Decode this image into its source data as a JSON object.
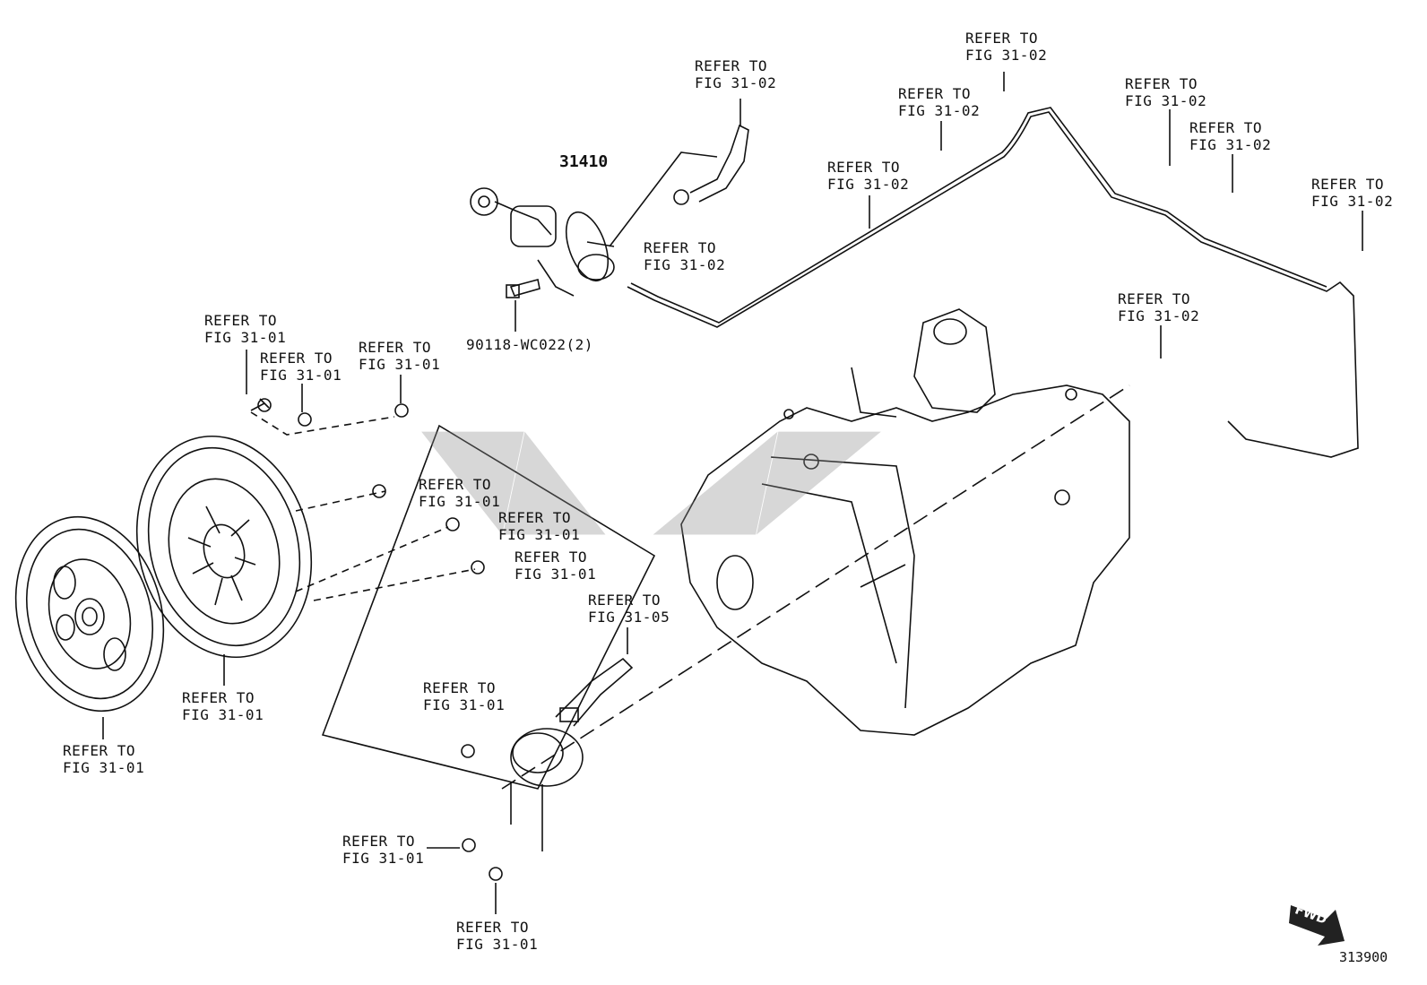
{
  "labels": {
    "ref_a1": "REFER TO",
    "ref_a2": "FIG 31-02",
    "ref_b1": "REFER TO",
    "ref_b2": "FIG 31-02",
    "ref_c1": "REFER TO",
    "ref_c2": "FIG 31-02",
    "ref_d1": "REFER TO",
    "ref_d2": "FIG 31-02",
    "ref_e1": "REFER TO",
    "ref_e2": "FIG 31-02",
    "ref_f1": "REFER TO",
    "ref_f2": "FIG 31-02",
    "ref_g1": "REFER TO",
    "ref_g2": "FIG 31-02",
    "ref_h1": "REFER TO",
    "ref_h2": "FIG 31-02",
    "ref_i1": "REFER TO",
    "ref_i2": "FIG 31-02",
    "ref_j1": "REFER TO",
    "ref_j2": "FIG 31-01",
    "ref_k1": "REFER TO",
    "ref_k2": "FIG 31-01",
    "ref_l1": "REFER TO",
    "ref_l2": "FIG 31-01",
    "ref_m1": "REFER TO",
    "ref_m2": "FIG 31-01",
    "ref_n1": "REFER TO",
    "ref_n2": "FIG 31-01",
    "ref_o1": "REFER TO",
    "ref_o2": "FIG 31-01",
    "ref_p1": "REFER TO",
    "ref_p2": "FIG 31-01",
    "ref_q1": "REFER TO",
    "ref_q2": "FIG 31-01",
    "ref_r1": "REFER TO",
    "ref_r2": "FIG 31-05",
    "ref_s1": "REFER TO",
    "ref_s2": "FIG 31-01",
    "ref_t1": "REFER TO",
    "ref_t2": "FIG 31-01",
    "ref_u1": "REFER TO",
    "ref_u2": "FIG 31-01"
  },
  "part_numbers": {
    "master_cylinder": "31410",
    "bolt": "90118-WC022(2)"
  },
  "figure_number": "313900",
  "fwd_label": "FWD",
  "colors": {
    "line": "#111111",
    "watermark": "#8c8c8c"
  }
}
